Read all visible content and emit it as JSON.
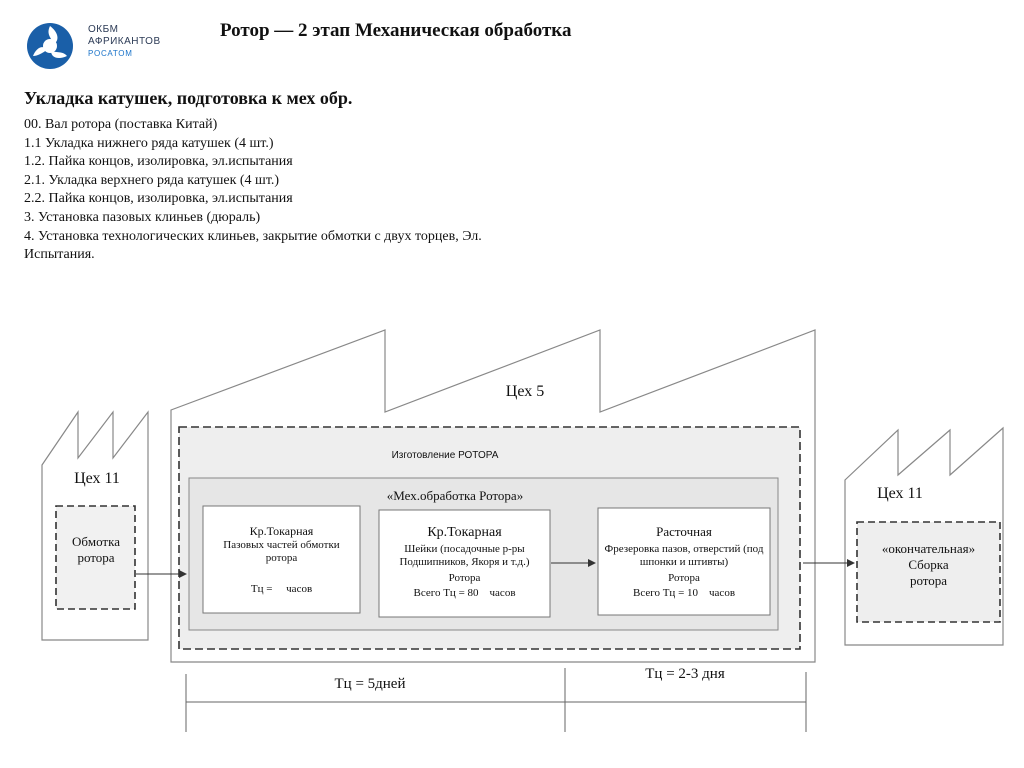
{
  "logo": {
    "line1": "ОКБМ",
    "line2": "АФРИКАНТОВ",
    "line3": "РОСАТОМ"
  },
  "title": "Ротор — 2 этап Механическая обработка",
  "subtitle": "Укладка катушек, подготовка к мех обр.",
  "steps": [
    "00.  Вал ротора (поставка Китай)",
    "1.1 Укладка нижнего ряда катушек (4 шт.)",
    "1.2. Пайка концов, изолировка, эл.испытания",
    "2.1. Укладка верхнего ряда катушек (4 шт.)",
    "2.2. Пайка концов, изолировка, эл.испытания",
    "3. Установка пазовых клиньев (дюраль)",
    "4. Установка технологических клиньев, закрытие обмотки с двух торцев,  Эл. Испытания."
  ],
  "diagram": {
    "workshop_left": {
      "name": "Цех 11",
      "box": "Обмотка ротора"
    },
    "workshop_center": {
      "name": "Цех 5",
      "group_label": "Изготовление РОТОРА",
      "subgroup_label": "«Мех.обработка Ротора»",
      "machine1": {
        "title": "Кр.Токарная",
        "desc": "Пазовых частей обмотки ротора",
        "time": "Тц =     часов"
      },
      "machine2": {
        "title": "Кр.Токарная",
        "desc": "Шейки (посадочные р-ры Подшипников, Якоря и т.д.)",
        "part": "Ротора",
        "time": "Всего Тц = 80    часов"
      },
      "machine3": {
        "title": "Расточная",
        "desc": "Фрезеровка пазов, отверстий (под шпонки и штивты)",
        "part": "Ротора",
        "time": "Всего Тц = 10    часов"
      }
    },
    "workshop_right": {
      "name": "Цех 11",
      "box_line1": "«окончательная»",
      "box_line2": "Сборка",
      "box_line3": "ротора"
    },
    "timeline": {
      "span1": "Тц = 5дней",
      "span2": "Тц = 2-3 дня"
    }
  }
}
